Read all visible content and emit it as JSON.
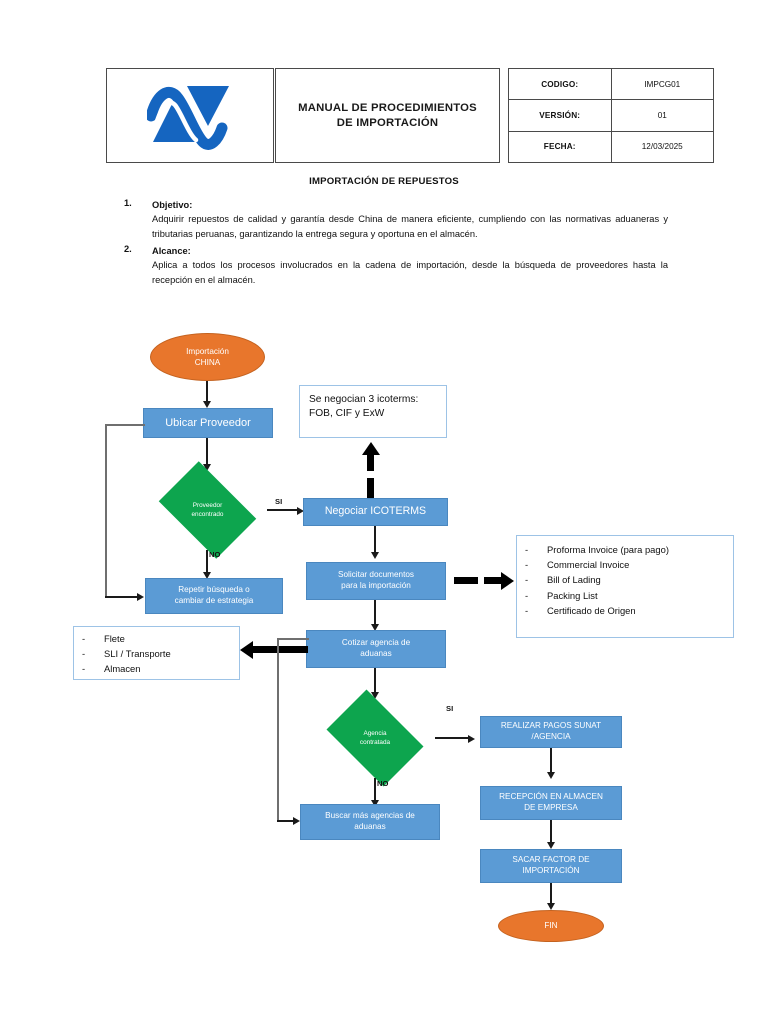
{
  "header": {
    "logo_icon": "company-logo-av-monogram",
    "title_line1": "MANUAL DE PROCEDIMIENTOS",
    "title_line2": "DE IMPORTACIÓN",
    "meta": [
      {
        "key": "CODIGO:",
        "value": "IMPCG01"
      },
      {
        "key": "VERSIÓN:",
        "value": "01"
      },
      {
        "key": "FECHA:",
        "value": "12/03/2025"
      }
    ]
  },
  "document": {
    "title": "IMPORTACIÓN DE REPUESTOS",
    "sections": [
      {
        "number": "1.",
        "heading": "Objetivo:",
        "text": "Adquirir repuestos de calidad y garantía desde China de manera eficiente, cumpliendo con las normativas aduaneras y tributarias peruanas, garantizando la entrega segura y oportuna en el almacén."
      },
      {
        "number": "2.",
        "heading": "Alcance:",
        "text": "Aplica a todos los procesos involucrados en la cadena de importación, desde la búsqueda de proveedores hasta la recepción en el almacén."
      }
    ]
  },
  "flowchart": {
    "nodes": {
      "start": {
        "label": "Importación\nCHINA",
        "line1": "Importación",
        "line2": "CHINA",
        "shape": "terminal"
      },
      "ubicar_proveedor": {
        "label": "Ubicar Proveedor",
        "shape": "process"
      },
      "proveedor_encontrado": {
        "line1": "Proveedor",
        "line2": "encontrado",
        "shape": "decision"
      },
      "repetir_busqueda": {
        "line1": "Repetir búsqueda o",
        "line2": "cambiar de estrategia",
        "shape": "process"
      },
      "negociar_icoterms": {
        "label": "Negociar ICOTERMS",
        "shape": "process"
      },
      "solicitar_documentos": {
        "line1": "Solicitar documentos",
        "line2": "para la importación",
        "shape": "process"
      },
      "cotizar_agencia": {
        "line1": "Cotizar agencia de",
        "line2": "aduanas",
        "shape": "process"
      },
      "agencia_contratada": {
        "line1": "Agencia",
        "line2": "contratada",
        "shape": "decision"
      },
      "buscar_mas_agencias": {
        "line1": "Buscar más agencias de",
        "line2": "aduanas",
        "shape": "process"
      },
      "realizar_pagos": {
        "line1": "REALIZAR PAGOS SUNAT",
        "line2": "/AGENCIA",
        "shape": "process"
      },
      "recepcion_almacen": {
        "line1": "RECEPCIÓN EN ALMACEN",
        "line2": "DE EMPRESA",
        "shape": "process"
      },
      "sacar_factor": {
        "line1": "SACAR FACTOR DE",
        "line2": "IMPORTACIÓN",
        "shape": "process"
      },
      "fin": {
        "label": "FIN",
        "shape": "terminal"
      }
    },
    "notes": {
      "icoterms": {
        "line1": "Se negocian 3 icoterms:",
        "line2": "FOB, CIF y ExW"
      },
      "documentos": {
        "items": [
          "Proforma Invoice (para pago)",
          "Commercial Invoice",
          "Bill of Lading",
          "Packing List",
          "Certificado de Origen"
        ]
      },
      "agencia_costos": {
        "items": [
          "Flete",
          "SLI / Transporte",
          "Almacen"
        ]
      }
    },
    "edge_labels": {
      "proveedor_si": "SI",
      "proveedor_no": "NO",
      "agencia_si": "SI",
      "agencia_no": "NO"
    }
  },
  "colors": {
    "process_fill": "#5B9BD5",
    "decision_fill": "#0DA54E",
    "terminal_fill": "#E8762C",
    "note_border": "#9DC3E6",
    "logo_blue": "#1565C0",
    "connector": "#1a1a1a"
  }
}
